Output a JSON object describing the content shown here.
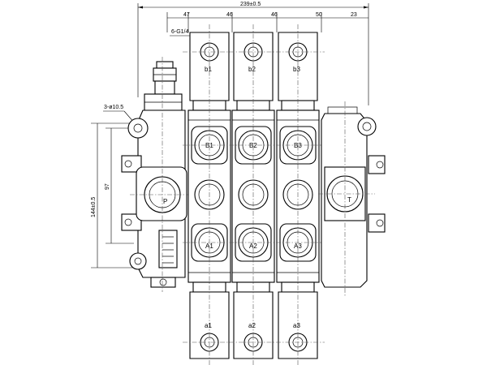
{
  "dimensions": {
    "overall_width": "239±0.5",
    "section_widths": [
      "47",
      "46",
      "46",
      "50",
      "23"
    ],
    "port_thread": "6-G1/4",
    "mount_holes": "3-ø10.5",
    "height_inner": "97",
    "height_overall": "144±0.5"
  },
  "ports": {
    "pressure": "P",
    "tank": "T",
    "sections": [
      {
        "top": "b1",
        "upper": "B1",
        "lower": "A1",
        "bottom": "a1"
      },
      {
        "top": "b2",
        "upper": "B2",
        "lower": "A2",
        "bottom": "a2"
      },
      {
        "top": "b3",
        "upper": "B3",
        "lower": "A3",
        "bottom": "a3"
      }
    ]
  }
}
